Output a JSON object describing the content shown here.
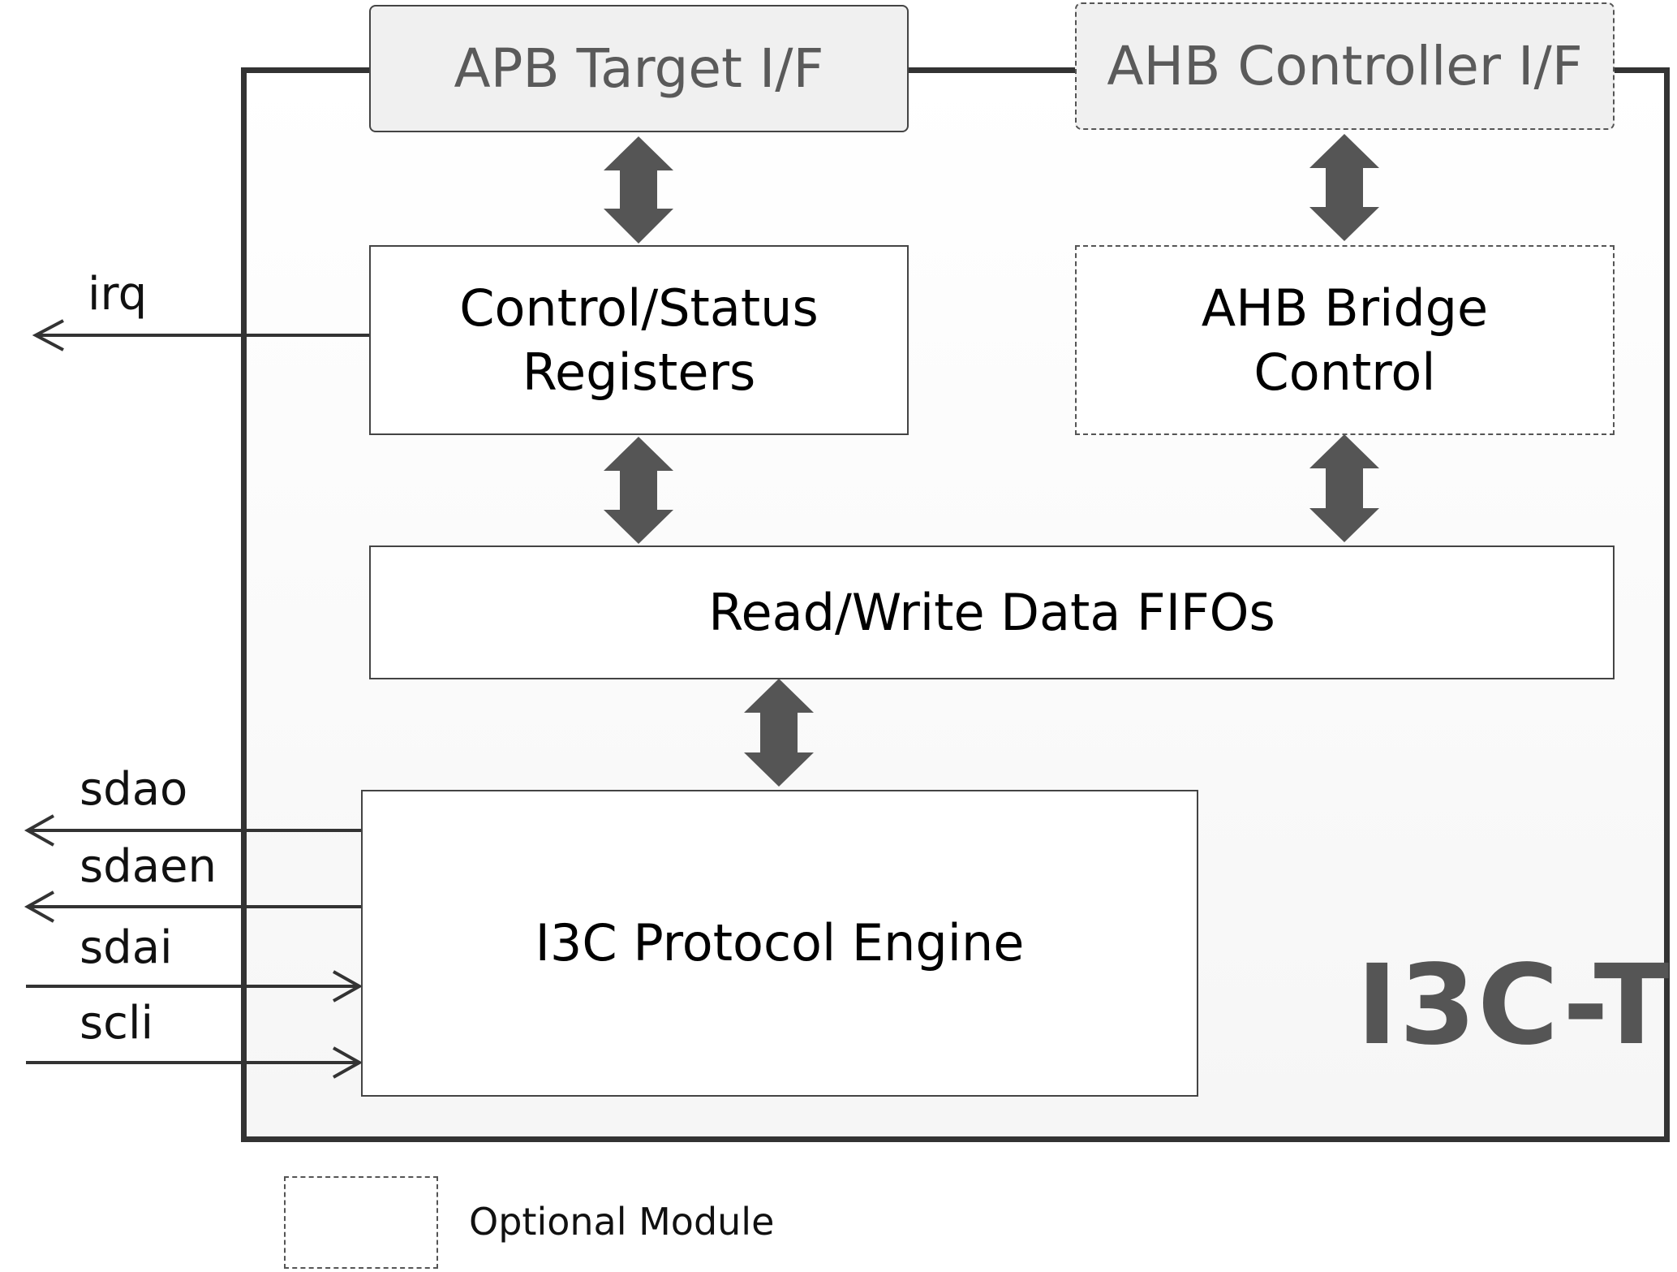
{
  "blocks": {
    "apb_target": "APB Target I/F",
    "ahb_controller": "AHB Controller I/F",
    "control_status": "Control/Status\nRegisters",
    "ahb_bridge": "AHB Bridge\nControl",
    "fifos": "Read/Write Data FIFOs",
    "protocol_engine": "I3C Protocol Engine"
  },
  "core_label": "I3C-T",
  "signals": {
    "irq": "irq",
    "sdao": "sdao",
    "sdaen": "sdaen",
    "sdai": "sdai",
    "scli": "scli"
  },
  "legend": {
    "optional_label": "Optional Module"
  },
  "colors": {
    "arrow": "#555555",
    "border": "#333333",
    "core_text": "#555555"
  }
}
